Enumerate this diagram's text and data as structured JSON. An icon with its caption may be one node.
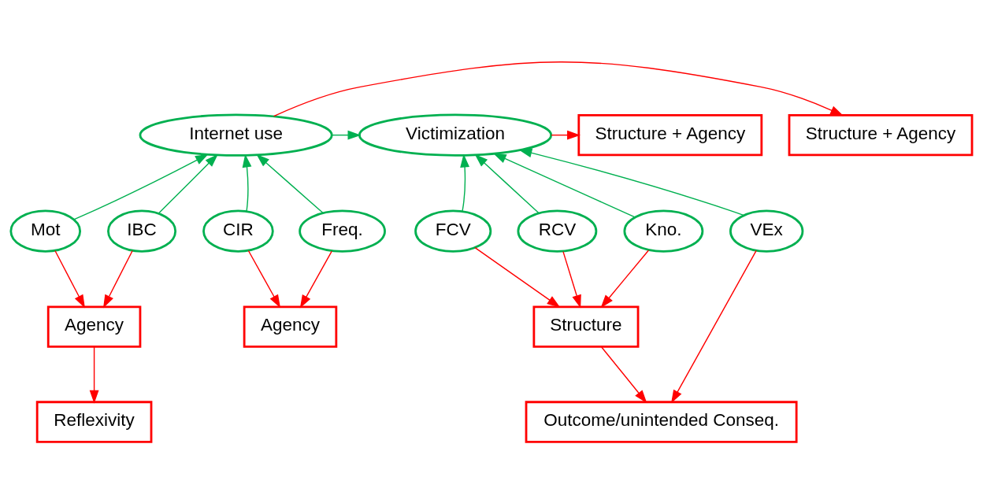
{
  "diagram": {
    "nodes": [
      {
        "text": [
          "Structure + Agency"
        ]
      },
      {
        "text": [
          "Internet use"
        ]
      },
      {
        "text": [
          "Victimization"
        ]
      },
      {
        "text": [
          "Structure + Agency"
        ]
      },
      {
        "text": [
          "Mot"
        ]
      },
      {
        "text": [
          "IBC"
        ]
      },
      {
        "text": [
          "Freq."
        ]
      },
      {
        "text": [
          "CIR"
        ]
      },
      {
        "text": [
          "FCV"
        ]
      },
      {
        "text": [
          "RCV"
        ]
      },
      {
        "text": [
          "Kno."
        ]
      },
      {
        "text": [
          "VEx"
        ]
      },
      {
        "text": [
          "Agency"
        ]
      },
      {
        "text": [
          "Agency"
        ]
      },
      {
        "text": [
          "Structure"
        ]
      },
      {
        "text": [
          "Reflexivity"
        ]
      },
      {
        "text": [
          "Outcome/unintended Conseq."
        ]
      }
    ],
    "edges": [
      {
        "from": 1,
        "to": 0,
        "arrow": "to"
      },
      {
        "from": 1,
        "to": 2,
        "arrow": "to",
        "color": "#00b050"
      },
      {
        "from": 2,
        "to": 3,
        "arrow": "to"
      },
      {
        "from": 4,
        "to": 1,
        "arrow": "to",
        "color": "#00b050"
      },
      {
        "from": 5,
        "to": 1,
        "arrow": "to",
        "color": "#00b050"
      },
      {
        "from": 6,
        "to": 1,
        "arrow": "to",
        "color": "#00b050"
      },
      {
        "from": 7,
        "to": 1,
        "arrow": "to",
        "color": "#00b050"
      },
      {
        "from": 8,
        "to": 2,
        "arrow": "to",
        "color": "#00b050"
      },
      {
        "from": 9,
        "to": 2,
        "arrow": "to",
        "color": "#00b050"
      },
      {
        "from": 10,
        "to": 2,
        "arrow": "to",
        "color": "#00b050"
      },
      {
        "from": 11,
        "to": 2,
        "arrow": "to",
        "color": "#00b050"
      },
      {
        "from": 4,
        "to": 12,
        "arrow": "to"
      },
      {
        "from": 5,
        "to": 12,
        "arrow": "to"
      },
      {
        "from": 6,
        "to": 13,
        "arrow": "to"
      },
      {
        "from": 7,
        "to": 13,
        "arrow": "to"
      },
      {
        "from": 8,
        "to": 14,
        "arrow": "to"
      },
      {
        "from": 9,
        "to": 14,
        "arrow": "to"
      },
      {
        "from": 10,
        "to": 14,
        "arrow": "to"
      },
      {
        "from": 12,
        "to": 15,
        "arrow": "to"
      },
      {
        "from": 14,
        "to": 16,
        "arrow": "to"
      },
      {
        "from": 11,
        "to": 16,
        "arrow": "to"
      }
    ]
  }
}
